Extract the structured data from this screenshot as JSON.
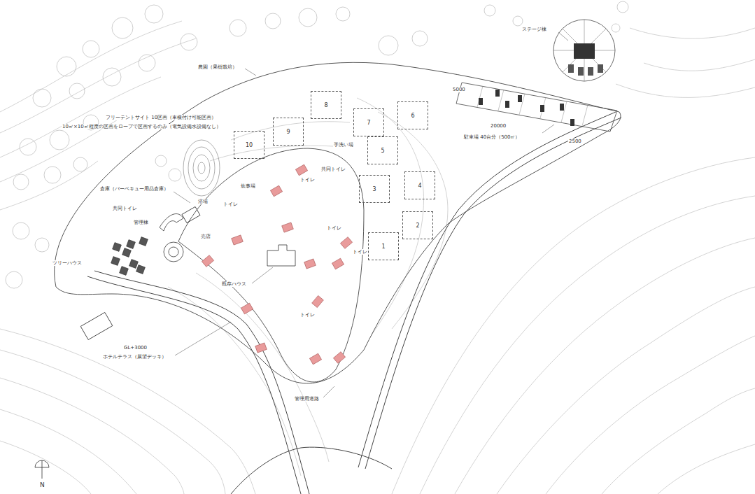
{
  "diagram": {
    "nodes": [
      {
        "text": [
          "1"
        ]
      },
      {
        "text": [
          "2"
        ]
      },
      {
        "text": [
          "3"
        ]
      },
      {
        "text": [
          "4"
        ]
      },
      {
        "text": [
          "5"
        ]
      },
      {
        "text": [
          "6"
        ]
      },
      {
        "text": [
          "7"
        ]
      },
      {
        "text": [
          "8"
        ]
      },
      {
        "text": [
          "9"
        ]
      },
      {
        "text": [
          "10"
        ]
      }
    ],
    "labels": [
      "ステージ棟",
      "駐車場 40台分（500㎡）",
      "20000",
      "5000",
      "2500",
      "農園（果樹栽培）",
      "フリーテントサイト 10区画（車横付け可能区画）",
      "10㎡×10㎡程度の区画をロープで区画するのみ（電気設備水設備なし）",
      "倉庫（バーベキュー用品倉庫）",
      "共同トイレ",
      "管理棟",
      "ツリーハウス",
      "浴場",
      "トイレ",
      "炊事場",
      "トイレ",
      "共同トイレ",
      "手洗い場",
      "トイレ",
      "トイレ",
      "トイレ",
      "既存ハウス",
      "売店",
      "ホテルテラス（展望デッキ）",
      "GL+3000",
      "管理用道路",
      "N"
    ]
  }
}
